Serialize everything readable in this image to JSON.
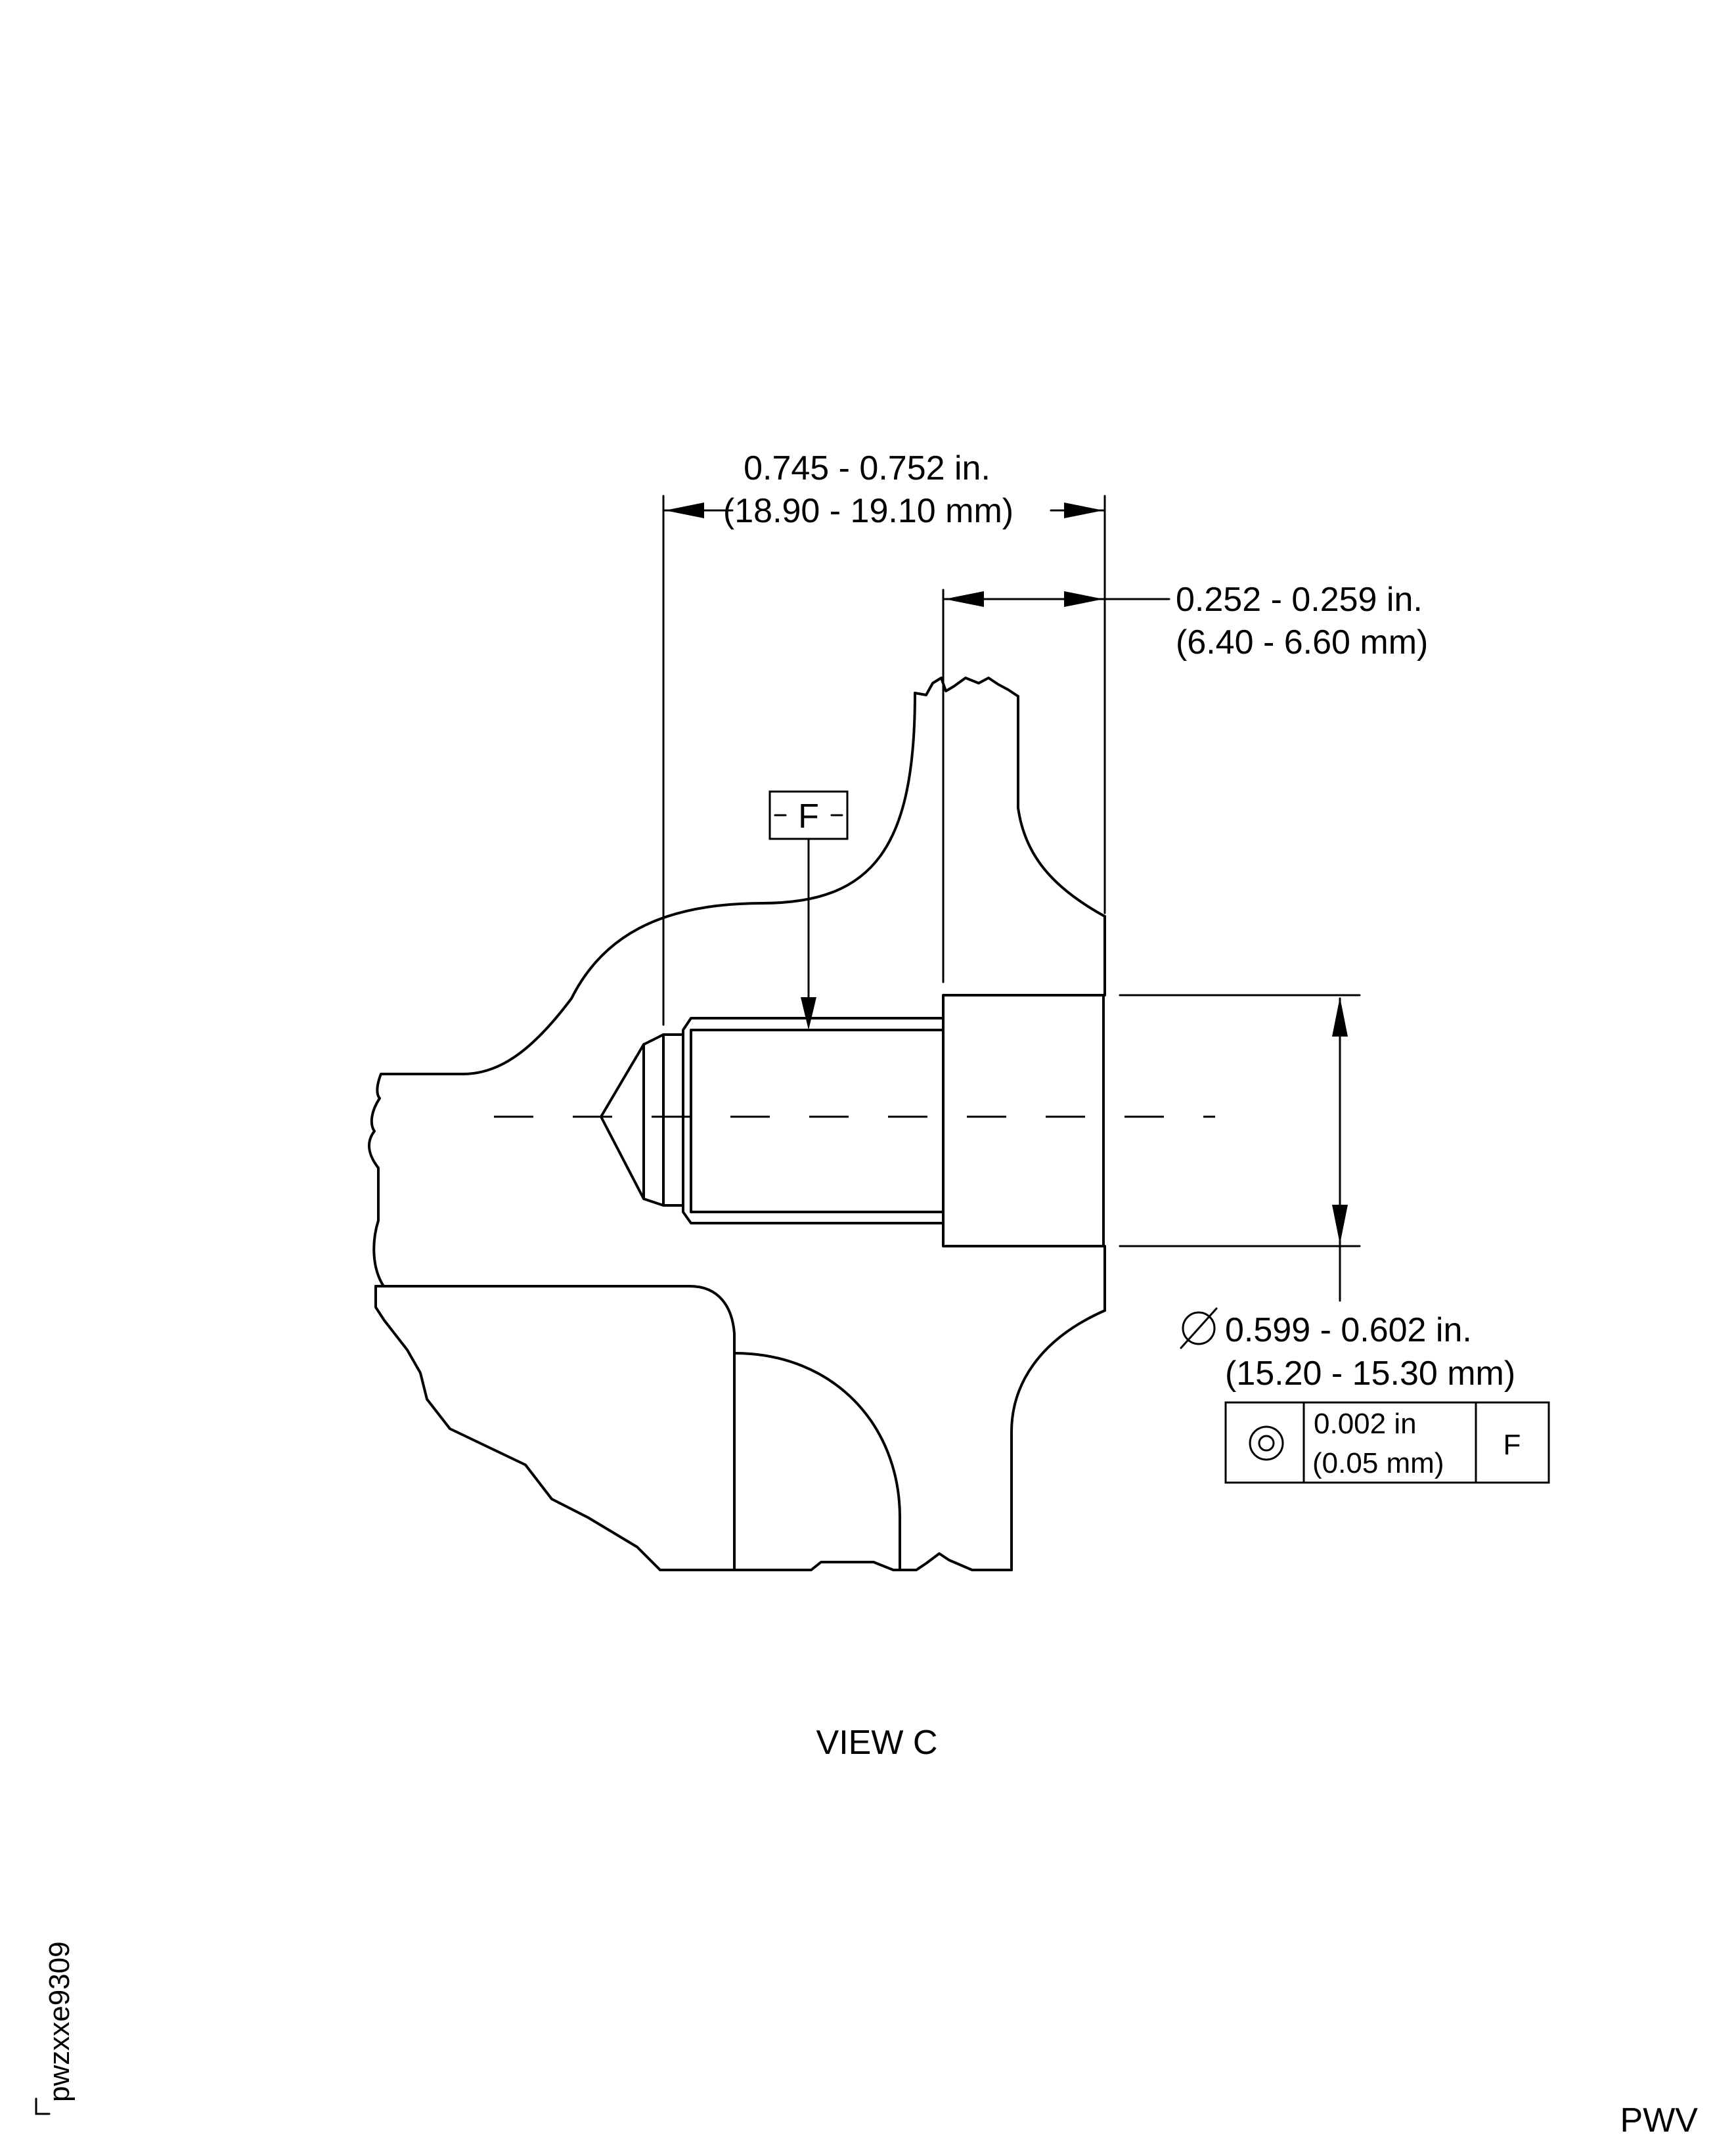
{
  "dimensions": {
    "overall_length": {
      "inches": "0.745 - 0.752 in.",
      "mm": "(18.90 - 19.10 mm)"
    },
    "shoulder_length": {
      "inches": "0.252 - 0.259 in.",
      "mm": "(6.40 - 6.60 mm)"
    },
    "diameter": {
      "inches": "0.599 - 0.602 in.",
      "mm": "(15.20 - 15.30 mm)"
    }
  },
  "datum": {
    "label": "F"
  },
  "feature_control_frame": {
    "tolerance_in": "0.002 in",
    "tolerance_mm": "(0.05 mm)",
    "datum_ref": "F",
    "symbol": "concentricity-icon"
  },
  "view_label": "VIEW C",
  "figure_id": "pwzxxe9309",
  "corner_code": "PWV"
}
